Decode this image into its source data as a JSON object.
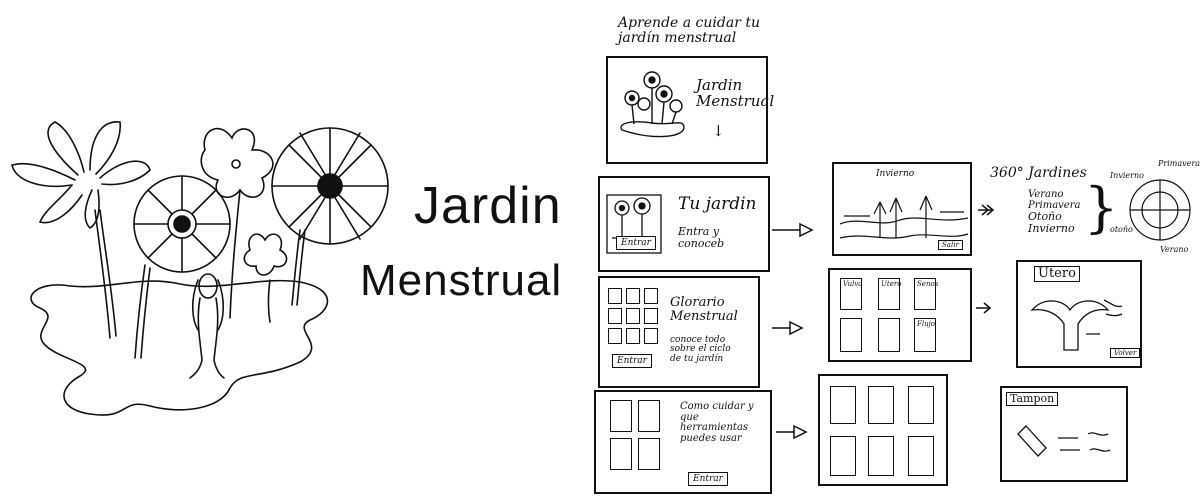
{
  "cover": {
    "title_line1": "Jardin",
    "title_line2": "Menstrual"
  },
  "sketch": {
    "heading": "Aprende a cuidar tu jardín menstrual",
    "splash": {
      "title": "Jardin Menstrual",
      "arrow": "↓"
    },
    "card_garden": {
      "title": "Tu jardin",
      "subtitle": "Entra y conoceb",
      "button": "Entrar"
    },
    "card_glossary": {
      "title": "Glorario Menstrual",
      "body": "conoce todo sobre el ciclo de tu jardín",
      "button": "Entrar"
    },
    "card_care": {
      "title": "Como cuidar y que herramientas puedes usar",
      "button": "Entrar"
    },
    "winter_screen": {
      "title": "Invierno",
      "button": "Salir"
    },
    "gardens_360": {
      "heading": "360° Jardines",
      "seasons": [
        "Verano",
        "Primavera",
        "Otoño",
        "Invierno"
      ]
    },
    "wheel": {
      "labels": [
        "Invierno",
        "Primavera",
        "otoño",
        "Verano"
      ]
    },
    "glossary_grid": {
      "tiles": [
        "Vulva",
        "Utero",
        "Senos",
        "Flujo"
      ]
    },
    "uterus_screen": {
      "title": "Utero",
      "button": "Volver"
    },
    "tampon_screen": {
      "title": "Tampon"
    }
  }
}
